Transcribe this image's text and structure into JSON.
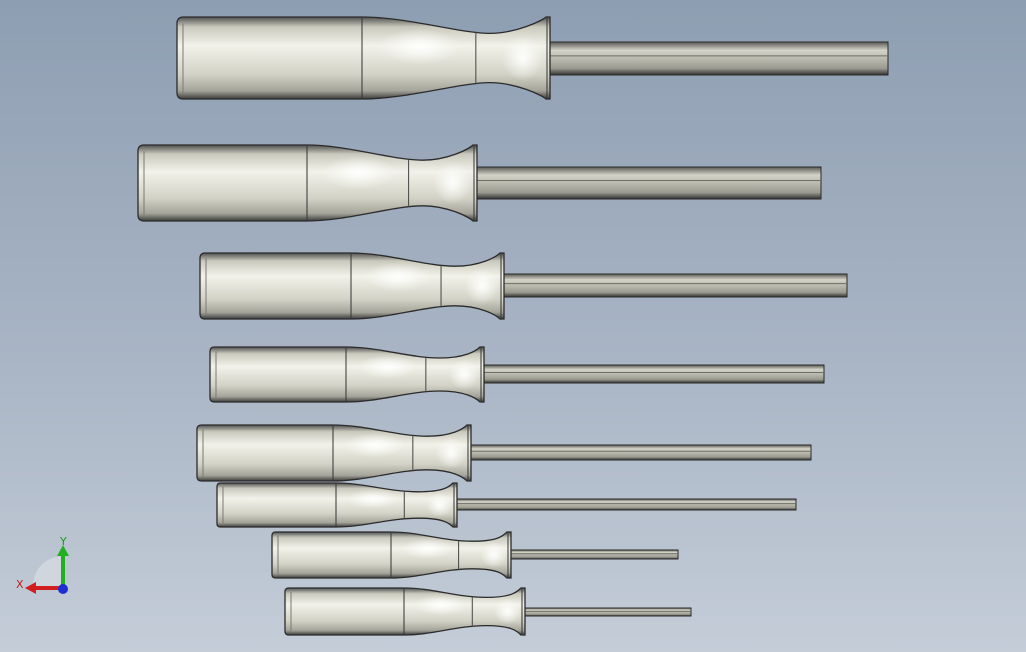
{
  "viewport": {
    "name": "3d-model-viewport",
    "background_top": "#8e9eb2",
    "background_bottom": "#c4cdd8"
  },
  "model": {
    "part_type": "hex-key-screwdriver",
    "count": 8,
    "handle_color": "#d8d8cc",
    "shaft_color": "#bdbdb2"
  },
  "triad": {
    "x_label": "X",
    "y_label": "Y",
    "x_color": "#d21e1e",
    "y_color": "#22b022",
    "z_color": "#1e2fd2"
  }
}
